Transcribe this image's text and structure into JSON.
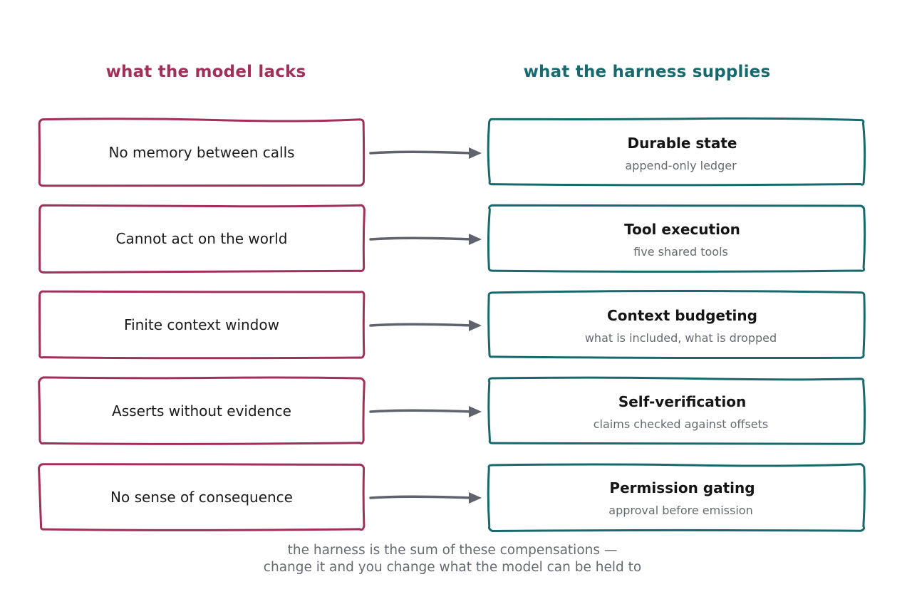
{
  "headings": {
    "left": "what the model lacks",
    "right": "what the harness supplies"
  },
  "rows": [
    {
      "lack": "No memory between calls",
      "supply_title": "Durable state",
      "supply_sub": "append-only ledger"
    },
    {
      "lack": "Cannot act on the world",
      "supply_title": "Tool execution",
      "supply_sub": "five shared tools"
    },
    {
      "lack": "Finite context window",
      "supply_title": "Context budgeting",
      "supply_sub": "what is included, what is dropped"
    },
    {
      "lack": "Asserts without evidence",
      "supply_title": "Self-verification",
      "supply_sub": "claims checked against offsets"
    },
    {
      "lack": "No sense of consequence",
      "supply_title": "Permission gating",
      "supply_sub": "approval before emission"
    }
  ],
  "footer": {
    "line1": "the harness is the sum of these compensations —",
    "line2": "change it and you change what the model can be held to"
  },
  "colors": {
    "lack_accent": "#a0305a",
    "supply_accent": "#17696d",
    "arrow": "#5e636c"
  }
}
